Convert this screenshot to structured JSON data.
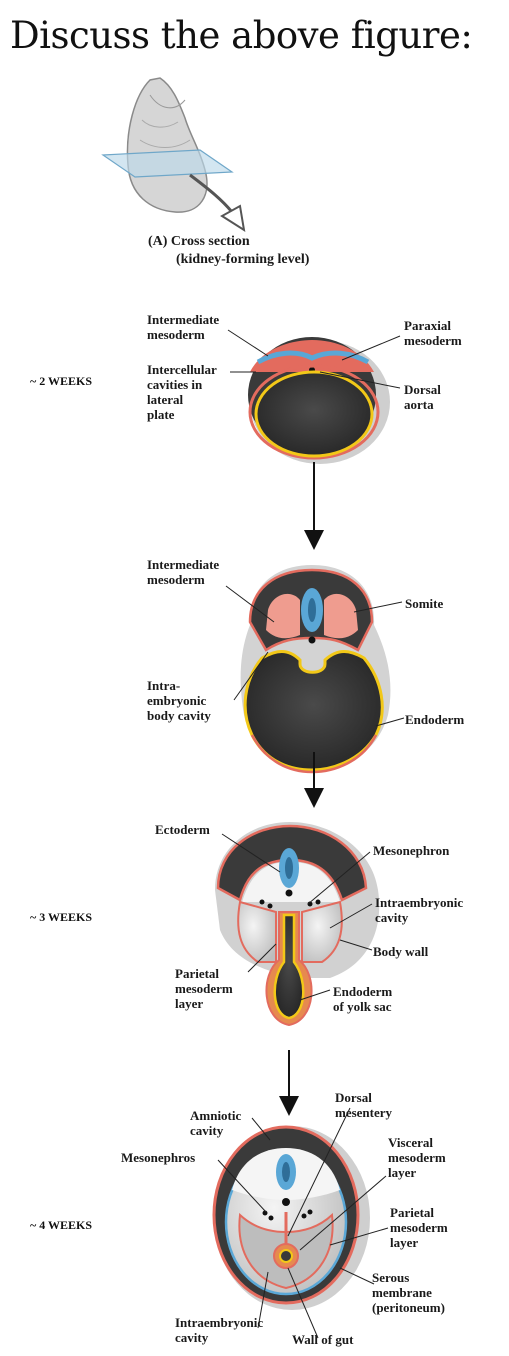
{
  "heading": "Discuss the above figure:",
  "caption": {
    "line1": "(A)  Cross section",
    "line2": "(kidney-forming level)"
  },
  "weeks": {
    "w2": "~ 2 WEEKS",
    "w3": "~ 3 WEEKS",
    "w4": "~ 4 WEEKS"
  },
  "stage1": {
    "intermediate_mesoderm": "Intermediate\nmesoderm",
    "intercellular_cavities": "Intercellular\ncavities in\nlateral\nplate",
    "paraxial_mesoderm": "Paraxial\nmesoderm",
    "dorsal_aorta": "Dorsal\naorta"
  },
  "stage2": {
    "intermediate_mesoderm": "Intermediate\nmesoderm",
    "somite": "Somite",
    "intraembryonic_body_cavity": "Intra-\nembryonic\nbody cavity",
    "endoderm": "Endoderm"
  },
  "stage3": {
    "ectoderm": "Ectoderm",
    "mesonephron": "Mesonephron",
    "intraembryonic_cavity": "Intraembryonic\ncavity",
    "body_wall": "Body wall",
    "parietal_mesoderm": "Parietal\nmesoderm\nlayer",
    "endoderm_yolk_sac": "Endoderm\nof yolk sac"
  },
  "stage4": {
    "dorsal_mesentery": "Dorsal\nmesentery",
    "amniotic_cavity": "Amniotic\ncavity",
    "mesonephros": "Mesonephros",
    "visceral_mesoderm": "Visceral\nmesoderm\nlayer",
    "parietal_mesoderm": "Parietal\nmesoderm\nlayer",
    "serous_membrane": "Serous\nmembrane\n(peritoneum)",
    "intraembryonic_cavity": "Intraembryonic\ncavity",
    "wall_of_gut": "Wall of gut"
  },
  "colors": {
    "ectoderm_gray": "#5a5a5a",
    "mesoderm_red": "#e06a5e",
    "neural_blue": "#5aa7d6",
    "endoderm_yellow": "#f2c818",
    "cavity_dark": "#3b3b3b",
    "light_gray": "#d9d9d9"
  }
}
